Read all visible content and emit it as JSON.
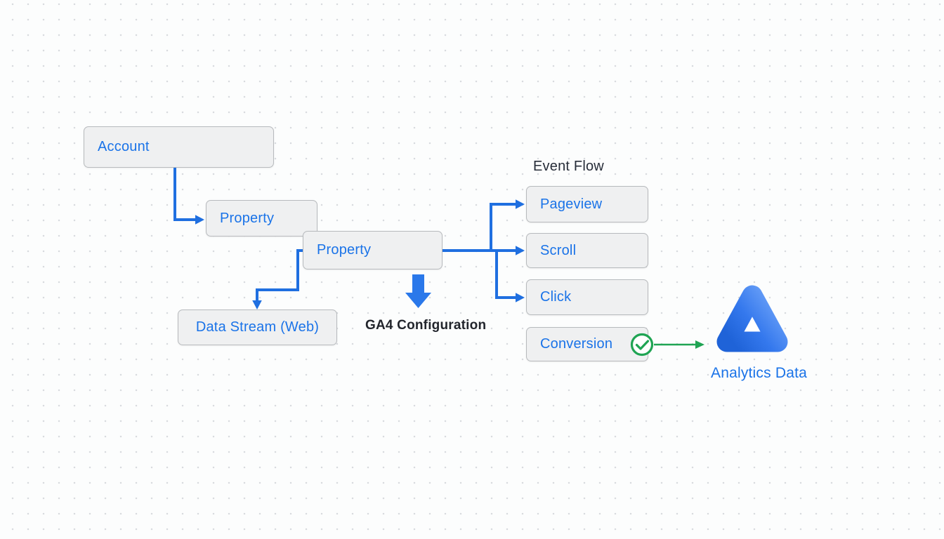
{
  "diagram": {
    "nodes": {
      "account": {
        "label": "Account"
      },
      "property1": {
        "label": "Property"
      },
      "property2": {
        "label": "Property"
      },
      "data_stream": {
        "label": "Data Stream (Web)"
      },
      "pageview": {
        "label": "Pageview"
      },
      "scroll": {
        "label": "Scroll"
      },
      "click": {
        "label": "Click"
      },
      "conversion": {
        "label": "Conversion"
      }
    },
    "labels": {
      "event_flow": "Event Flow",
      "ga4_configuration": "GA4 Configuration",
      "analytics_data": "Analytics Data"
    },
    "icons": {
      "conversion_check": "check-circle",
      "analytics_logo": "triangle-loop-logo"
    },
    "colors": {
      "connector_blue": "#1f6fe0",
      "node_text_blue": "#1a73e8",
      "node_fill": "#eff0f1",
      "node_border": "#b7babd",
      "label_dark": "#272d39",
      "success_green": "#1fa453",
      "logo_blue_dark": "#1f63d8",
      "logo_blue_mid": "#3478ed",
      "logo_blue_light": "#6ba1f8",
      "background": "#fcfdfd",
      "dot_grid": "#d8dbdf"
    }
  }
}
